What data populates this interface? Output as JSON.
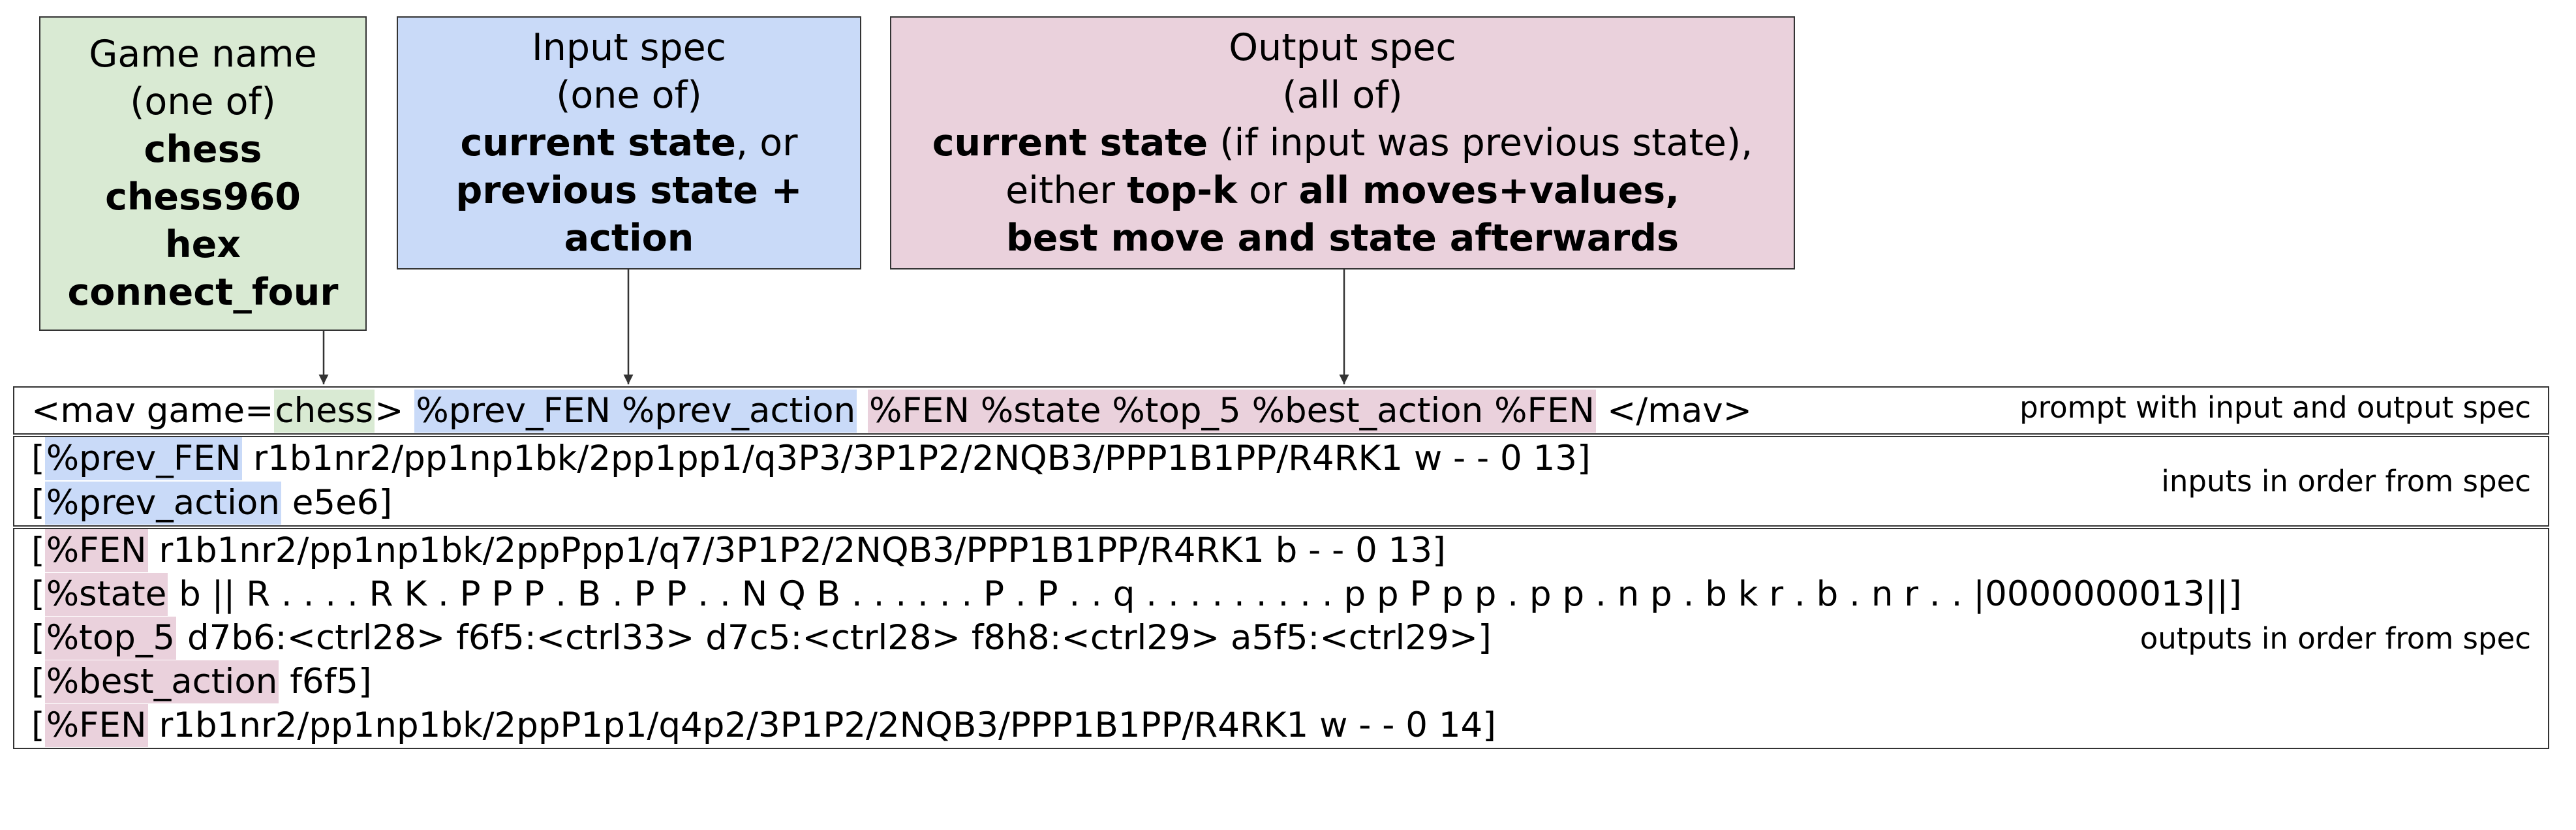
{
  "colors": {
    "game": "#d9ead3",
    "input": "#c9daf8",
    "output": "#ead1dc",
    "border": "#333333",
    "text": "#000000"
  },
  "game_box": {
    "title": "Game name",
    "qualifier": "(one of)",
    "options": [
      "chess",
      "chess960",
      "hex",
      "connect_four"
    ]
  },
  "input_box": {
    "title": "Input spec",
    "qualifier": "(one of)",
    "opt1": "current state",
    "opt1_suffix": ", or",
    "opt2_line1": "previous state +",
    "opt2_line2": "action"
  },
  "output_box": {
    "title": "Output spec",
    "qualifier": "(all of)",
    "l1_bold": "current state",
    "l1_rest": " (if input was previous state),",
    "l2_a": "either ",
    "l2_b": "top-k",
    "l2_c": " or ",
    "l2_d": "all moves+values,",
    "l3": "best move and state afterwards"
  },
  "prompt": {
    "open_tag": "<mav game=",
    "game": "chess",
    "close_bracket": ">",
    "input_spec": "%prev_FEN %prev_action",
    "output_spec": "%FEN %state %top_5 %best_action %FEN",
    "end_tag": "</mav>",
    "note": "prompt with input and output spec"
  },
  "inputs": {
    "note": "inputs in order from spec",
    "rows": [
      {
        "token": "%prev_FEN",
        "value": "r1b1nr2/pp1np1bk/2pp1pp1/q3P3/3P1P2/2NQB3/PPP1B1PP/R4RK1 w - - 0 13]"
      },
      {
        "token": "%prev_action",
        "value": "e5e6]"
      }
    ]
  },
  "outputs": {
    "note": "outputs in order from spec",
    "rows": [
      {
        "token": "%FEN",
        "value": "r1b1nr2/pp1np1bk/2ppPpp1/q7/3P1P2/2NQB3/PPP1B1PP/R4RK1 b - - 0 13]"
      },
      {
        "token": "%state",
        "value": "b || R . . . . R K . P P P . B . P P . . N Q B . . . . . . P . P . . q . . . . . . . . . p p P p p . p p . n p . b k r . b . n r . . |0000000013||]"
      },
      {
        "token": "%top_5",
        "value": "d7b6:<ctrl28> f6f5:<ctrl33> d7c5:<ctrl28> f8h8:<ctrl29> a5f5:<ctrl29>]"
      },
      {
        "token": "%best_action",
        "value": "f6f5]"
      },
      {
        "token": "%FEN",
        "value": "r1b1nr2/pp1np1bk/2ppP1p1/q4p2/3P1P2/2NQB3/PPP1B1PP/R4RK1 w - - 0 14]"
      }
    ]
  }
}
